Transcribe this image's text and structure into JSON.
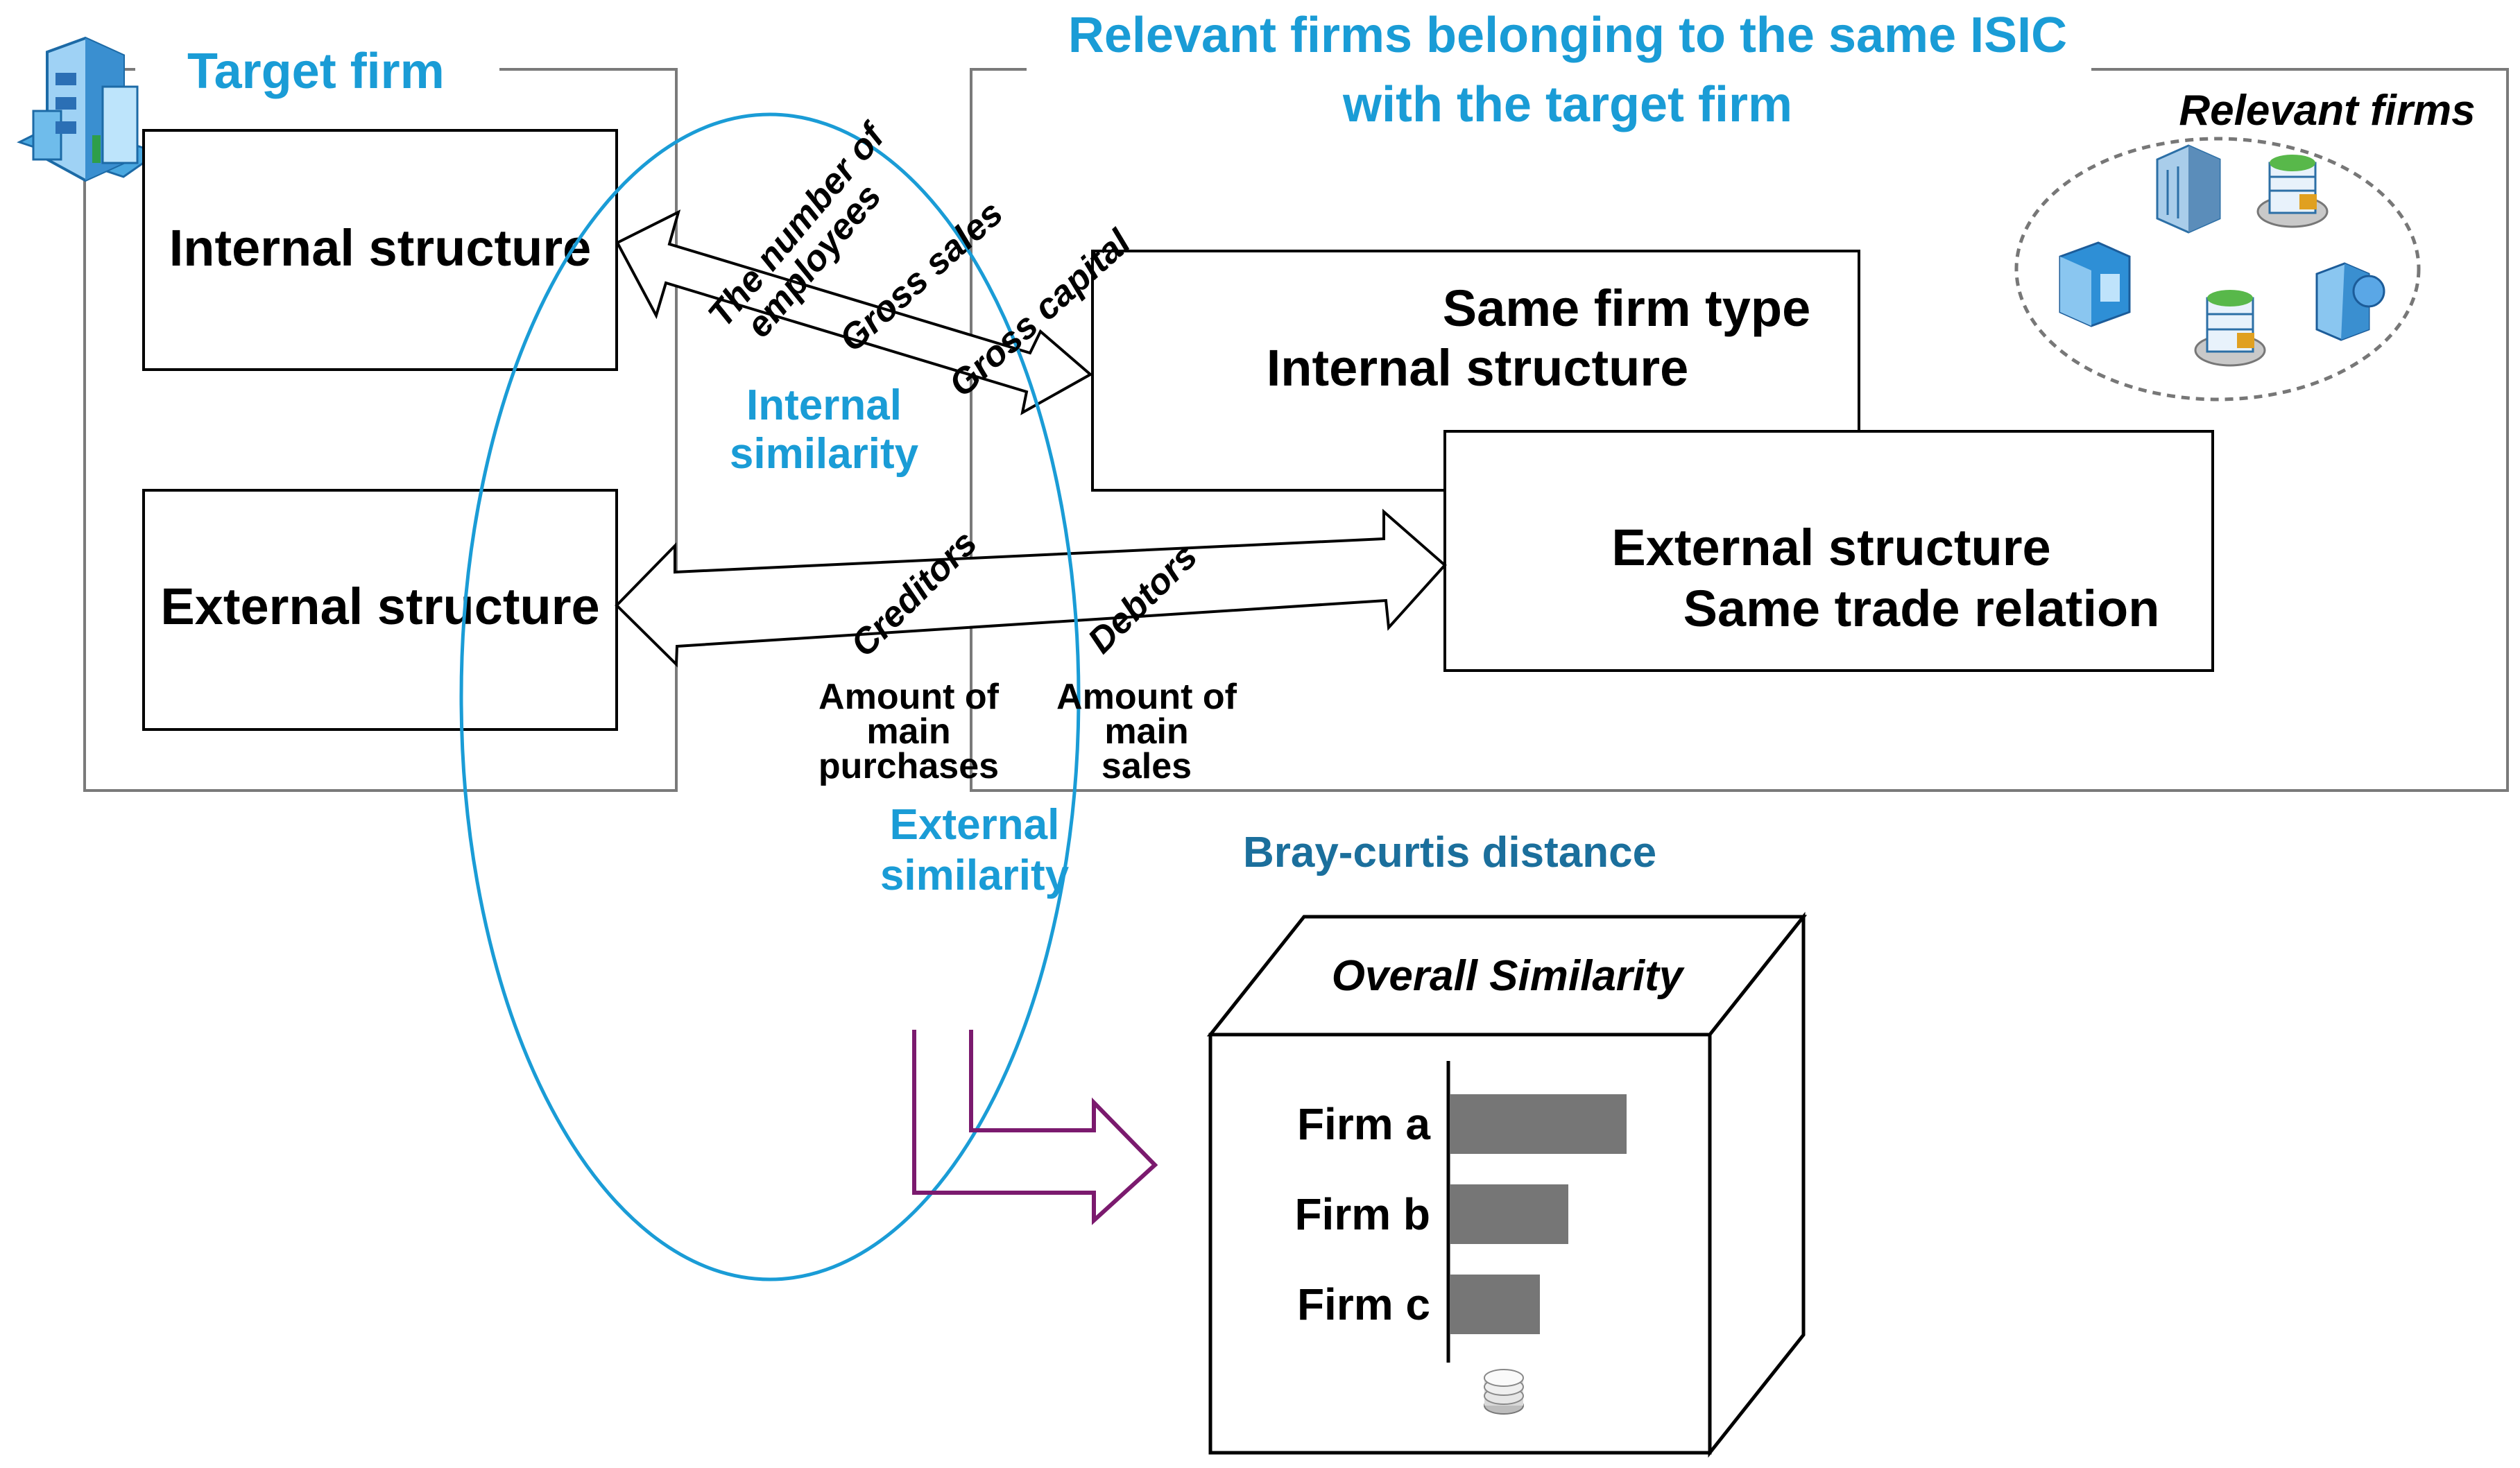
{
  "target": {
    "title": "Target firm",
    "internal_box": "Internal structure",
    "external_box": "External structure"
  },
  "relevant": {
    "title_line1": "Relevant firms belonging to the same ISIC",
    "title_line2": "with the target firm",
    "cloud_label": "Relevant firms",
    "same_type_line1": "Same firm type",
    "same_type_line2": "Internal structure",
    "trade_line1": "External structure",
    "trade_line2": "Same trade relation"
  },
  "internal_similarity": {
    "label_line1": "Internal",
    "label_line2": "similarity",
    "var1_line1": "The number of",
    "var1_line2": "employees",
    "var2": "Gross sales",
    "var3": "Gross capital"
  },
  "external_similarity": {
    "label_line1": "External",
    "label_line2": "similarity",
    "var1": "Creditors",
    "var2": "Debtors",
    "purchases_line1": "Amount of",
    "purchases_line2": "main",
    "purchases_line3": "purchases",
    "sales_line1": "Amount of",
    "sales_line2": "main",
    "sales_line3": "sales"
  },
  "distance_label": "Bray-curtis distance",
  "overall": {
    "title": "Overall Similarity",
    "firms": [
      {
        "label": "Firm a",
        "value": 1.0
      },
      {
        "label": "Firm b",
        "value": 0.67
      },
      {
        "label": "Firm c",
        "value": 0.51
      }
    ]
  },
  "colors": {
    "accent_blue": "#1a9cd6",
    "distance_blue": "#1b6f9c",
    "flow_arrow_purple": "#7b1a6e",
    "bar_gray": "#767676"
  },
  "icons": [
    "building-icon",
    "relevant-firm-building-icons",
    "database-icon"
  ]
}
